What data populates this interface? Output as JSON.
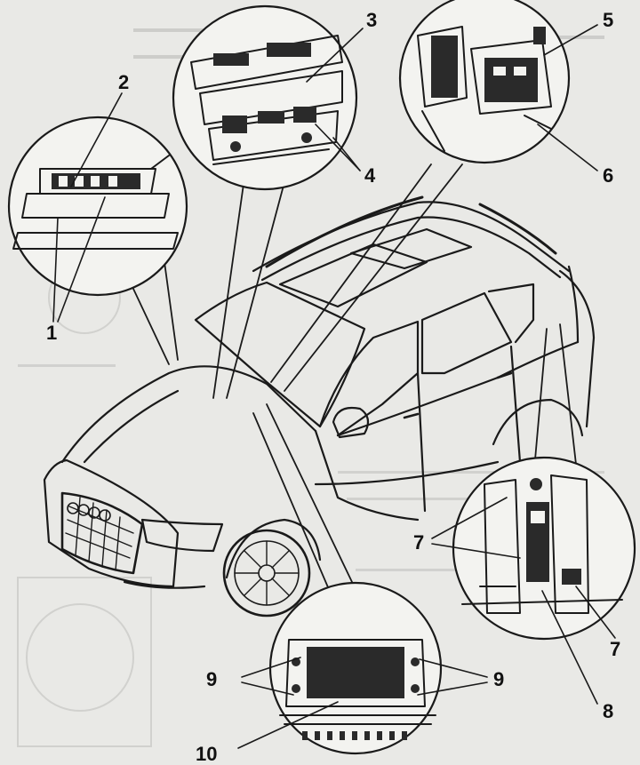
{
  "callouts": [
    {
      "id": "c1",
      "label": "1"
    },
    {
      "id": "c2",
      "label": "2"
    },
    {
      "id": "c3",
      "label": "3"
    },
    {
      "id": "c4",
      "label": "4"
    },
    {
      "id": "c5",
      "label": "5"
    },
    {
      "id": "c6",
      "label": "6"
    },
    {
      "id": "c7a",
      "label": "7"
    },
    {
      "id": "c7b",
      "label": "7"
    },
    {
      "id": "c8",
      "label": "8"
    },
    {
      "id": "c9a",
      "label": "9"
    },
    {
      "id": "c9b",
      "label": "9"
    },
    {
      "id": "c10",
      "label": "10"
    }
  ],
  "colors": {
    "ink": "#1a1a1a",
    "paper": "#e9e9e6",
    "inset": "#f3f3f0"
  }
}
